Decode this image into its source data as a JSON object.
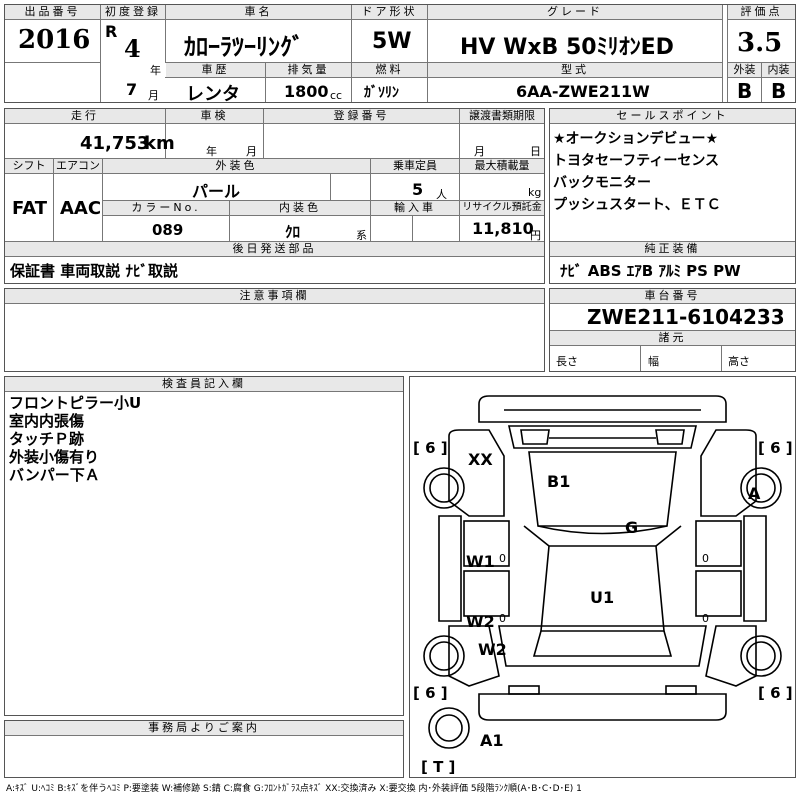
{
  "header": {
    "lot_no_label": "出品番号",
    "first_reg_label": "初度登録",
    "car_name_label": "車名",
    "door_label": "ドア形状",
    "grade_label": "グレード",
    "score_label": "評価点",
    "year": "2016",
    "era": "R",
    "reg_year": "4",
    "year_unit": "年",
    "reg_month": "7",
    "month_unit": "月",
    "car_name": "ｶﾛｰﾗﾂｰﾘﾝｸﾞ",
    "door": "5W",
    "grade": "HV WxB 50ﾐﾘｵﾝED",
    "score": "3.5",
    "history_label": "車歴",
    "displacement_label": "排気量",
    "fuel_label": "燃料",
    "model_label": "型式",
    "exterior_label": "外装",
    "interior_label": "内装",
    "history": "レンタ",
    "displacement": "1800",
    "cc_unit": "cc",
    "fuel": "ｶﾞｿﾘﾝ",
    "model": "6AA-ZWE211W",
    "exterior_grade": "B",
    "interior_grade": "B"
  },
  "row2": {
    "mileage_label": "走行",
    "inspection_label": "車検",
    "registration_label": "登録番号",
    "transfer_label": "譲渡書類期限",
    "mileage": "41,753",
    "km_unit": "km",
    "year_unit": "年",
    "month_unit": "月",
    "transfer_month": "月",
    "transfer_day": "日",
    "shift_label": "シフト",
    "ac_label": "エアコン",
    "color_label": "外装色",
    "capacity_label": "乗車定員",
    "max_load_label": "最大積載量",
    "shift": "FAT",
    "ac": "AAC",
    "color": "パール",
    "capacity": "5",
    "person_unit": "人",
    "kg_unit": "kg",
    "color_no_label": "カラーNo.",
    "interior_color_label": "内装色",
    "import_label": "輸入車",
    "recycle_label": "リサイクル預託金",
    "color_no": "089",
    "interior_color": "ｸﾛ",
    "interior_suffix": "系",
    "recycle": "11,810",
    "yen_unit": "円",
    "later_parts_label": "後日発送部品",
    "later_parts": "保証書 車両取説 ﾅﾋﾞ取説"
  },
  "sales": {
    "label": "セールスポイント",
    "lines": [
      "★オークションデビュー★",
      "トヨタセーフティーセンス",
      "バックモニター",
      "プッシュスタート、ＥＴＣ"
    ]
  },
  "equipment": {
    "label": "純正装備",
    "value": "ﾅﾋﾞ ABS ｴｱB ｱﾙﾐ PS PW"
  },
  "caution": {
    "label": "注意事項欄"
  },
  "chassis": {
    "label": "車台番号",
    "value": "ZWE211-6104233",
    "specs_label": "諸元",
    "length_label": "長さ",
    "width_label": "幅",
    "height_label": "高さ"
  },
  "inspector": {
    "label": "検査員記入欄",
    "notes": [
      "フロントピラー小U",
      "室内内張傷",
      "タッチＰ跡",
      "外装小傷有り",
      "バンパー下Ａ"
    ]
  },
  "office": {
    "label": "事務局よりご案内"
  },
  "diagram": {
    "tire_fl": "[ 6 ]",
    "tire_fr": "[ 6 ]",
    "tire_rl": "[ 6 ]",
    "tire_rr": "[ 6 ]",
    "spare": "[ T ]",
    "marks": [
      "XX",
      "B1",
      "A",
      "G",
      "W1",
      "U1",
      "W2",
      "W2",
      "A1"
    ],
    "zero_1": "0",
    "zero_2": "0",
    "zero_3": "0",
    "zero_4": "0"
  },
  "footer": "A:ｷｽﾞ U:ﾍｺﾐ B:ｷｽﾞを伴うﾍｺﾐ P:要塗装 W:補修跡 S:錆 C:腐食 G:ﾌﾛﾝﾄｶﾞﾗｽ点ｷｽﾞ XX:交換済み X:要交換 内･外装評価 5段階ﾗﾝｸ順(A･B･C･D･E) 1"
}
